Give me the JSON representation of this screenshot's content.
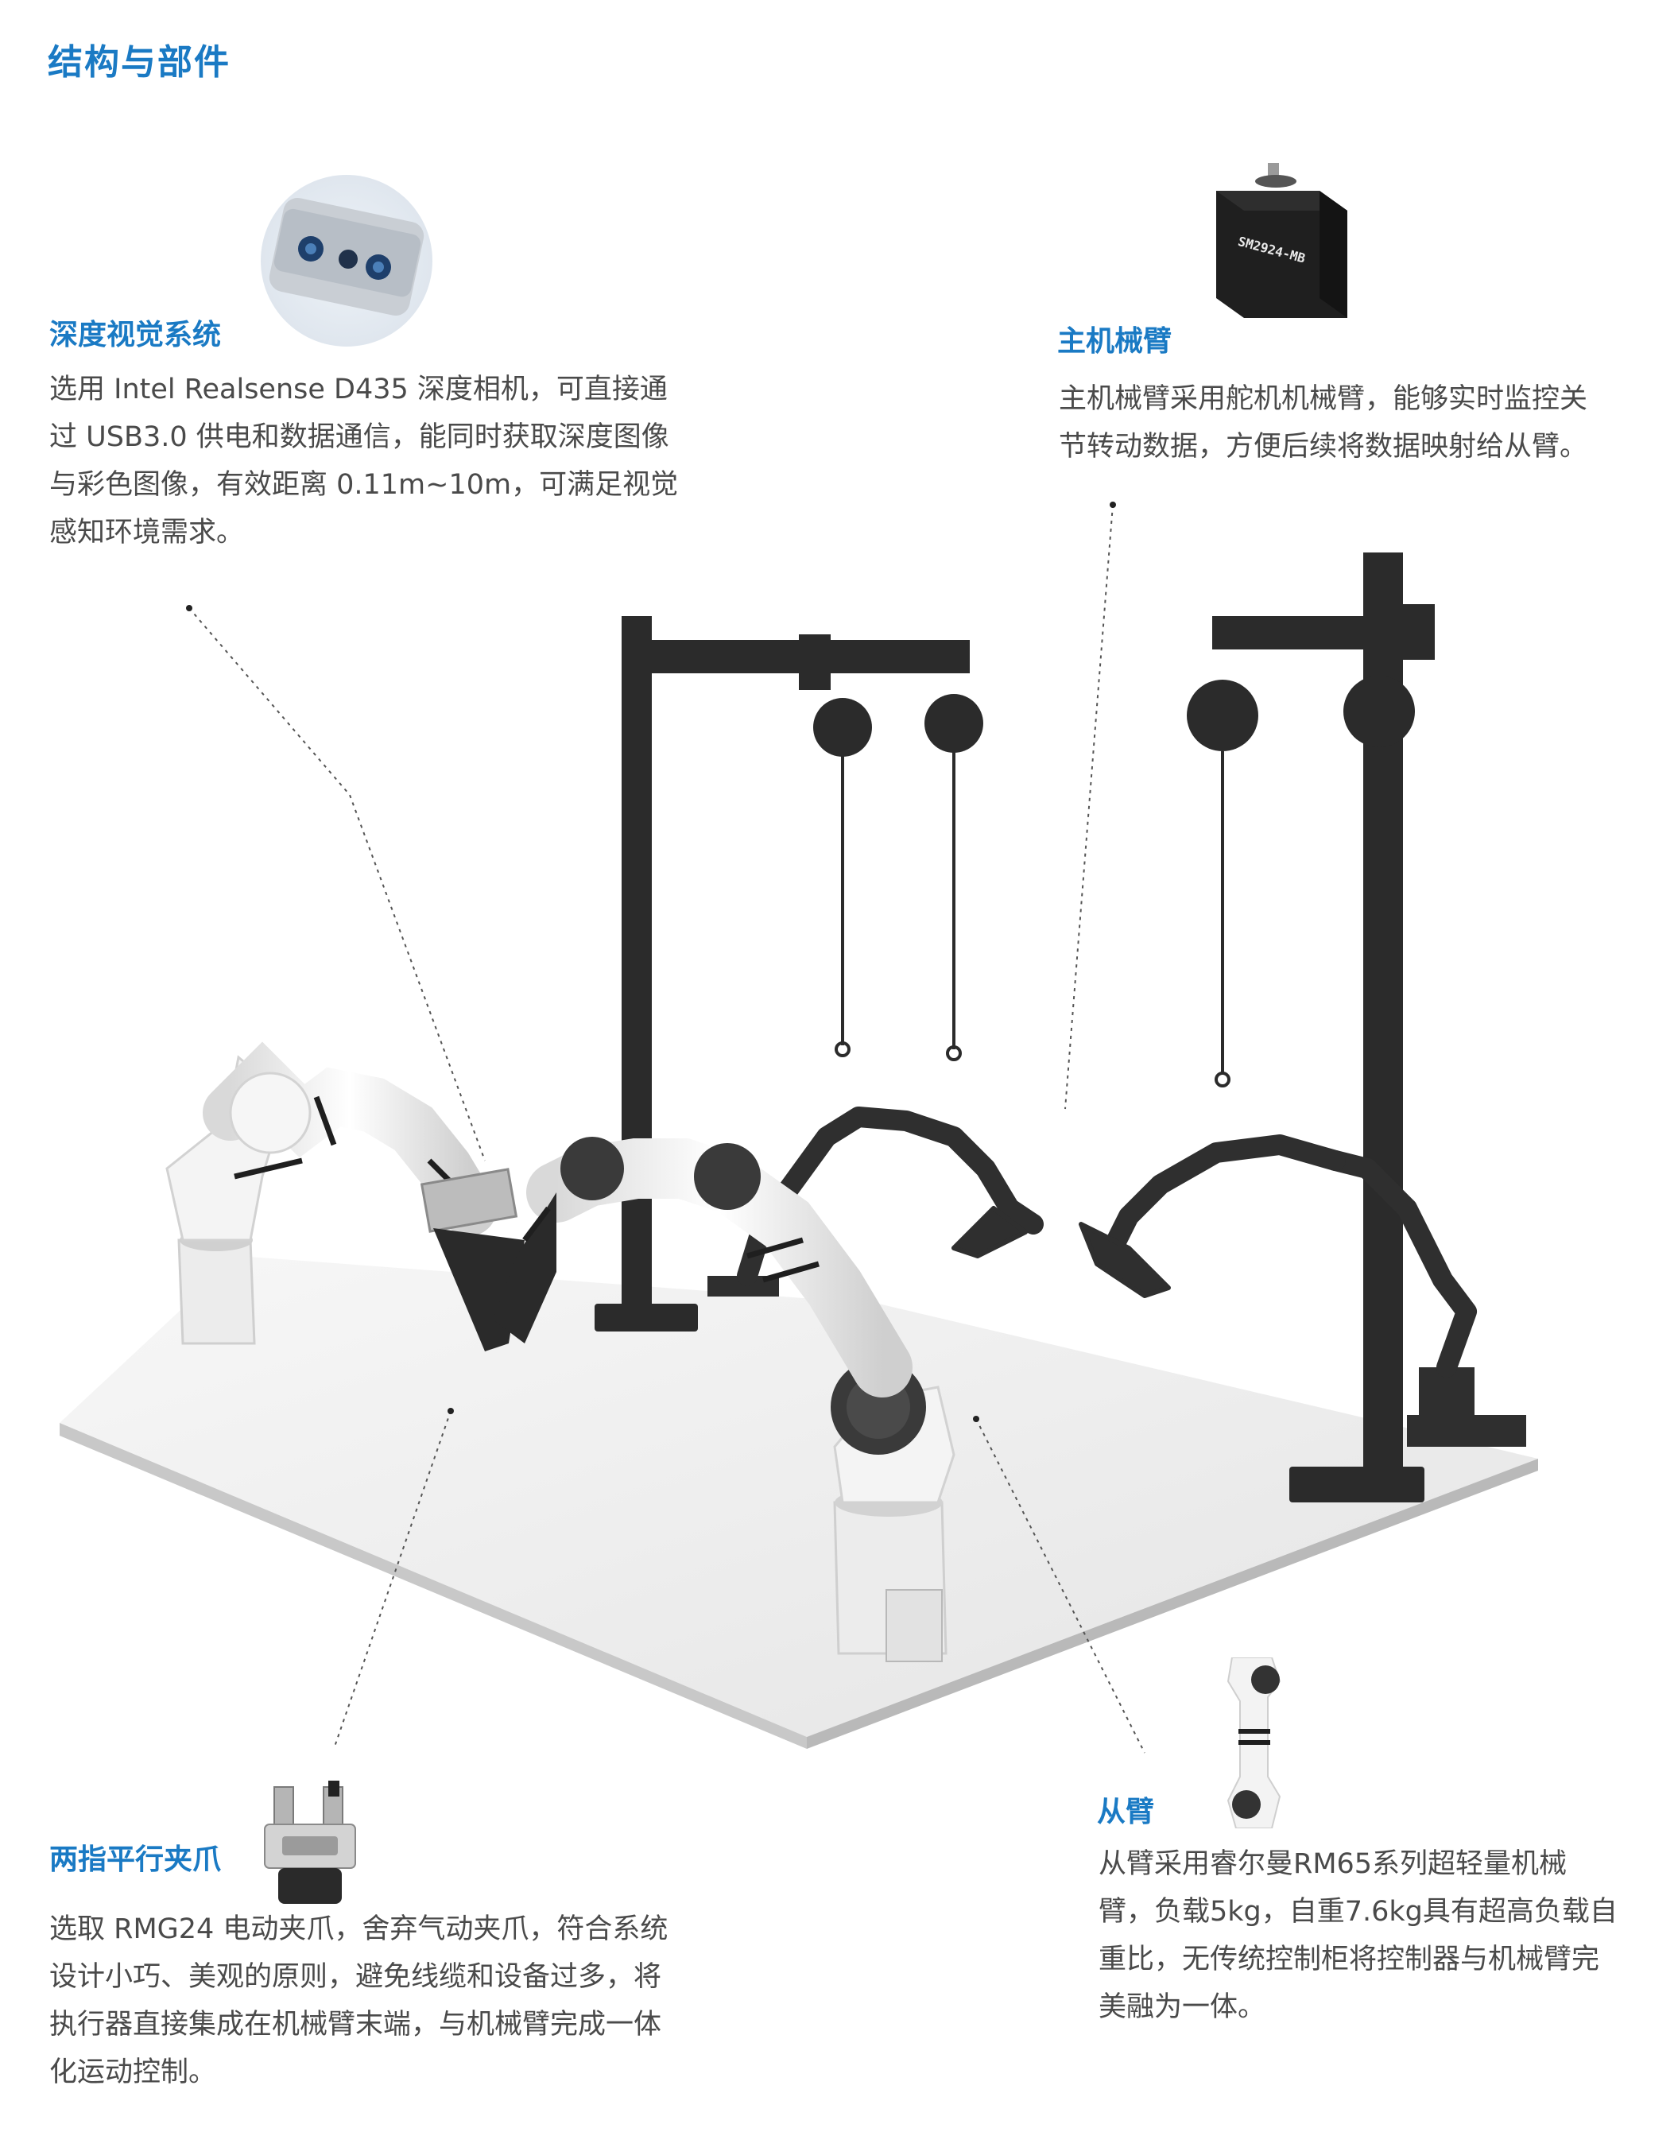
{
  "page_title": "结构与部件",
  "sections": {
    "depth_vision": {
      "heading": "深度视觉系统",
      "lines": [
        "选用 Intel Realsense D435 深度相机，可直接通",
        "过 USB3.0 供电和数据通信，能同时获取深度图像",
        "与彩色图像，有效距离 0.11m~10m，可满足视觉",
        "感知环境需求。"
      ]
    },
    "master_arm": {
      "heading": "主机械臂",
      "servo_label": "SM2924-MB",
      "lines": [
        "主机械臂采用舵机机械臂，能够实时监控关",
        "节转动数据，方便后续将数据映射给从臂。"
      ]
    },
    "gripper": {
      "heading": "两指平行夹爪",
      "lines": [
        "选取 RMG24 电动夹爪，舍弃气动夹爪，符合系统",
        "设计小巧、美观的原则，避免线缆和设备过多，将",
        "执行器直接集成在机械臂末端，与机械臂完成一体",
        "化运动控制。"
      ]
    },
    "slave_arm": {
      "heading": "从臂",
      "lines": [
        "从臂采用睿尔曼RM65系列超轻量机械",
        "臂，负载5kg，自重7.6kg具有超高负载自",
        "重比，无传统控制柜将控制器与机械臂完",
        "美融为一体。"
      ]
    }
  },
  "colors": {
    "accent": "#1a7ac4",
    "body_text": "#4a4a4a",
    "frame": "#2b2b2b",
    "platform": "#eeeeee"
  },
  "icons": [
    "depth-camera-image",
    "servo-image",
    "gripper-image",
    "arm-link-image"
  ]
}
